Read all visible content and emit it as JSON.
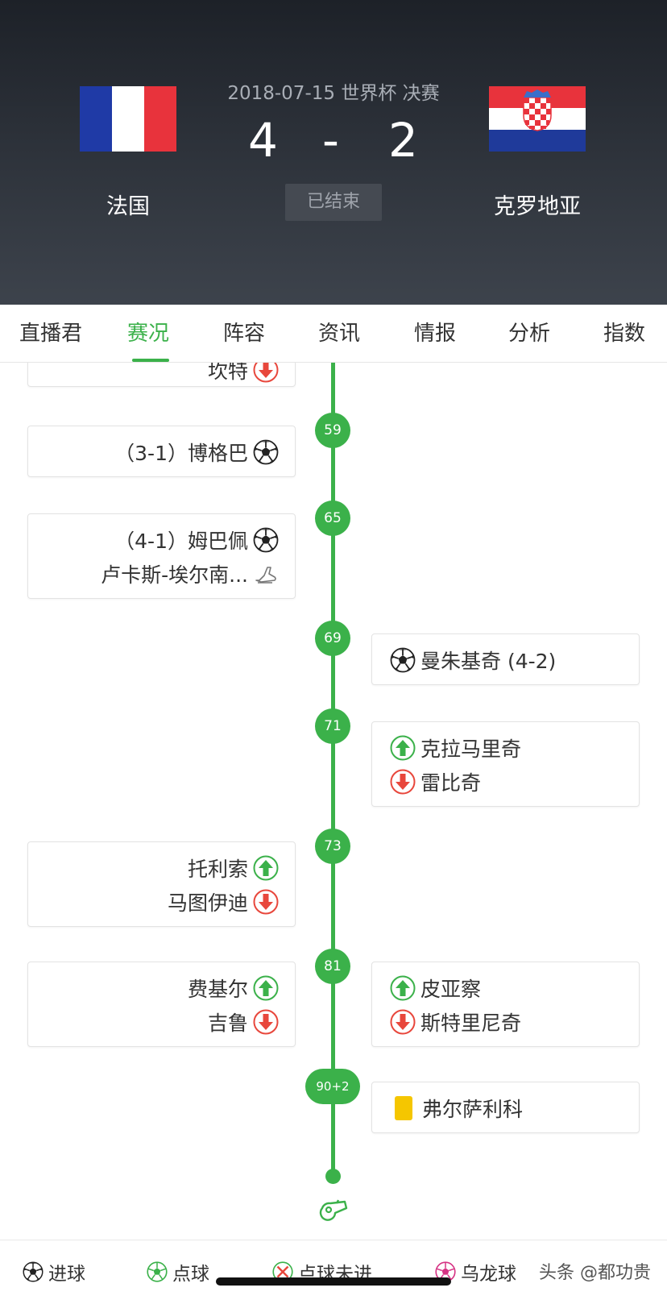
{
  "match": {
    "date_competition": "2018-07-15 世界杯 决赛",
    "home_score": "4",
    "separator": "-",
    "away_score": "2",
    "home_team": "法国",
    "away_team": "克罗地亚",
    "status": "已结束"
  },
  "tabs": [
    "直播君",
    "赛况",
    "阵容",
    "资讯",
    "情报",
    "分析",
    "指数"
  ],
  "active_tab": "赛况",
  "events": {
    "e0": {
      "left_row1": "坎特"
    },
    "e59": {
      "minute": "59",
      "left_row1": "（3-1）博格巴"
    },
    "e65": {
      "minute": "65",
      "left_row1": "（4-1）姆巴佩",
      "left_row2": "卢卡斯-埃尔南..."
    },
    "e69": {
      "minute": "69",
      "right_row1": "曼朱基奇  (4-2)"
    },
    "e71": {
      "minute": "71",
      "right_row1": "克拉马里奇",
      "right_row2": "雷比奇"
    },
    "e73": {
      "minute": "73",
      "left_row1": "托利索",
      "left_row2": "马图伊迪"
    },
    "e81": {
      "minute": "81",
      "left_row1": "费基尔",
      "left_row2": "吉鲁",
      "right_row1": "皮亚察",
      "right_row2": "斯特里尼奇"
    },
    "e92": {
      "minute": "90+2",
      "right_row1": "弗尔萨利科"
    }
  },
  "legend": {
    "goal": "进球",
    "penalty": "点球",
    "penalty_miss": "点球未进",
    "own_goal": "乌龙球"
  },
  "watermark": "头条 @都功贵",
  "colors": {
    "accent": "#3bb14a",
    "sub_in": "#3bb14a",
    "sub_out": "#e8473c",
    "yellow_card": "#f5c600"
  },
  "icons": {
    "goal": "soccer-ball-icon",
    "assist": "boot-icon",
    "sub_in": "arrow-up-icon",
    "sub_out": "arrow-down-icon",
    "card": "yellow-card-icon",
    "end": "whistle-icon"
  }
}
